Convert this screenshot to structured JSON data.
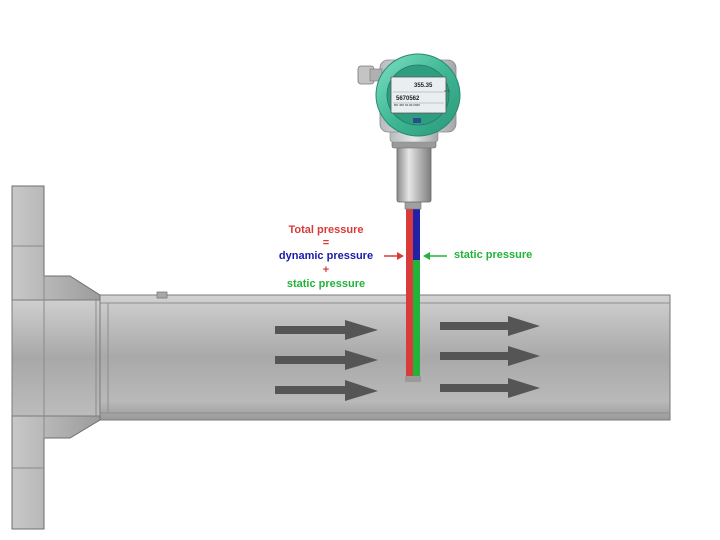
{
  "labels": {
    "total_pressure": "Total pressure",
    "equals": "=",
    "dynamic_pressure": "dynamic pressure",
    "plus": "+",
    "static_pressure_left": "static pressure",
    "static_pressure_right": "static pressure"
  },
  "display": {
    "value_top": "355.35",
    "value_bottom": "5670562",
    "unit": "m³/h",
    "status": "DS 400  01.02.2020"
  },
  "colors": {
    "total": "#d93a3a",
    "dynamic": "#1a1aa8",
    "static": "#22b33a",
    "housing": "#4fc3a1",
    "pipe": "#b4b4b4"
  },
  "icons": {
    "flow_arrows": "arrow-right-icon",
    "label_arrows": "arrow-icon"
  }
}
